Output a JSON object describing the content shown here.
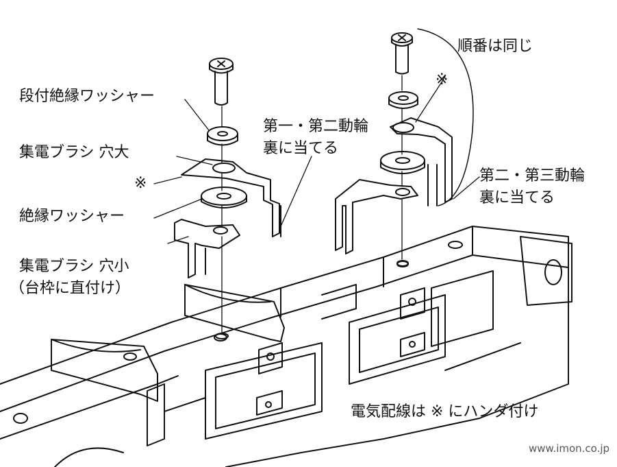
{
  "labels": {
    "stepped_washer": "段付絶縁ワッシャー",
    "brush_large_hole": "集電ブラシ 穴大",
    "mark_left": "※",
    "insulating_washer": "絶縁ワッシャー",
    "brush_small_hole": "集電ブラシ 穴小",
    "direct_mount_note": "（台枠に直付け）",
    "wheels_1_2_line1": "第一・第二動輪",
    "wheels_1_2_line2": "裏に当てる",
    "same_order": "順番は同じ",
    "mark_right": "※",
    "wheels_2_3_line1": "第二・第三動輪",
    "wheels_2_3_line2": "裏に当てる",
    "wiring_note": "電気配線は ※ にハンダ付け",
    "website": "www.imon.co.jp"
  },
  "colors": {
    "line": "#111111",
    "background": "#ffffff"
  }
}
